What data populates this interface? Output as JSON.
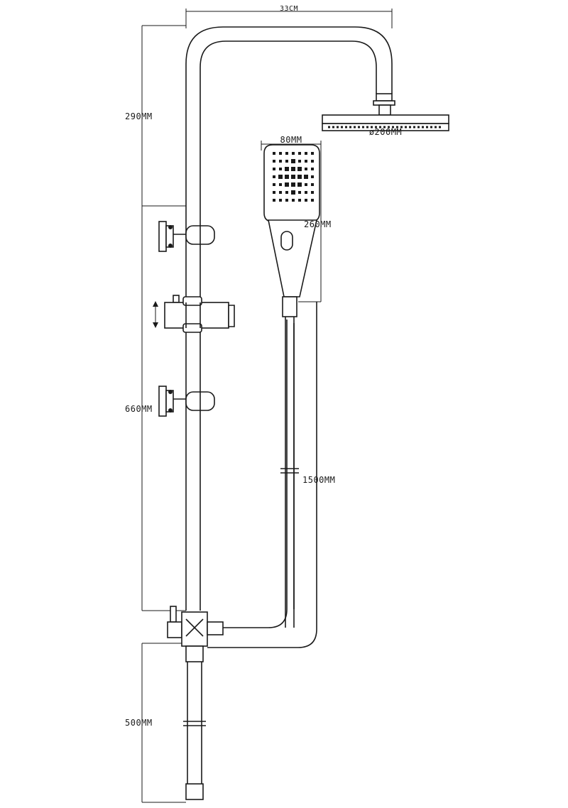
{
  "dimensions": {
    "top_width": "33CM",
    "upper_height": "290MM",
    "rail_height": "660MM",
    "lower_height": "500MM",
    "head_diameter": "ø200MM",
    "handset_width": "80MM",
    "handset_length": "260MM",
    "hose_length": "1500MM"
  }
}
